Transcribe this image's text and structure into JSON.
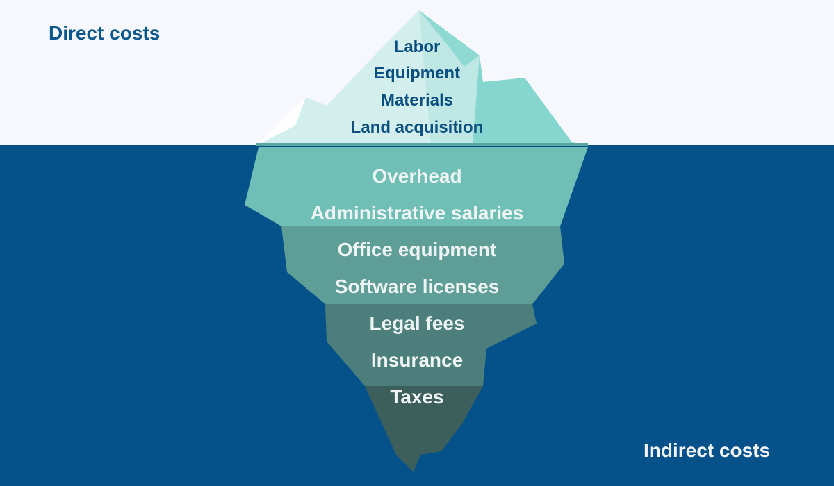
{
  "headings": {
    "direct": "Direct costs",
    "indirect": "Indirect costs"
  },
  "direct_items": [
    "Labor",
    "Equipment",
    "Materials",
    "Land acquisition"
  ],
  "indirect_items": [
    "Overhead",
    "Administrative salaries",
    "Office equipment",
    "Software licenses",
    "Legal fees",
    "Insurance",
    "Taxes"
  ],
  "colors": {
    "sky": "#f7f8fd",
    "sea": "#05528a",
    "tip_light": "#cfeeed",
    "tip_mid": "#8fd9d3",
    "tip_dark": "#7ed2cc",
    "layer_1": "#6fbfb7",
    "layer_2": "#5f9e97",
    "layer_3": "#4c7f7b",
    "layer_4": "#3d5f5b",
    "direct_text": "#0a578d",
    "indirect_text": "#f3f5fa"
  }
}
